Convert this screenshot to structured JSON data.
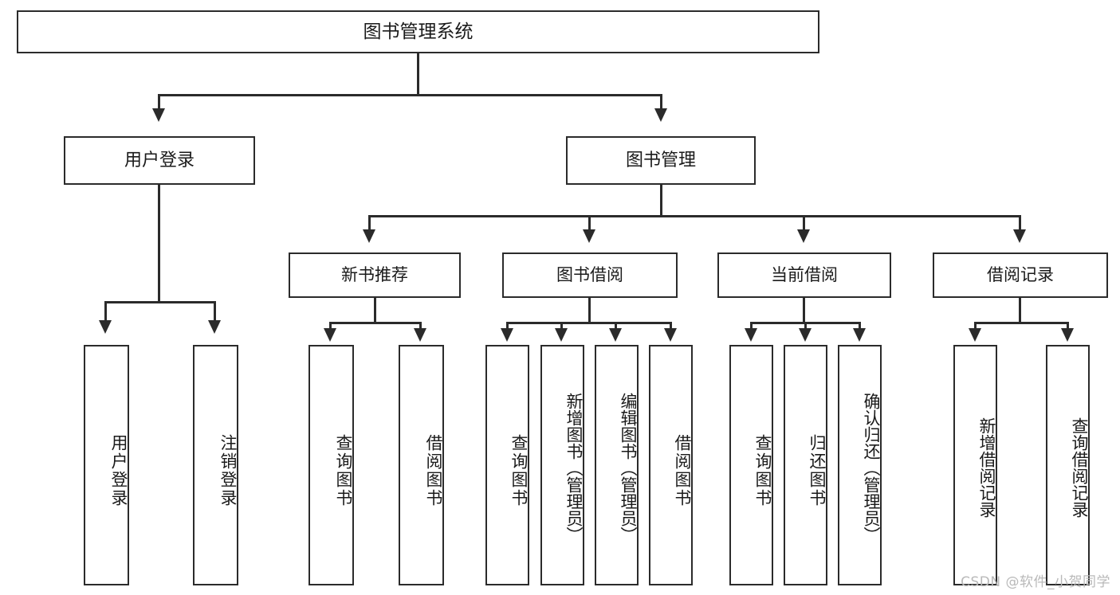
{
  "diagram": {
    "title": "图书管理系统",
    "type": "tree",
    "watermark": "CSDN @软件_小贺同学",
    "line_color": "#2b2b2b",
    "box_fill": "#ffffff",
    "watermark_color": "#b9b9b9"
  },
  "root": {
    "label": "图书管理系统"
  },
  "level1": [
    {
      "label": "用户登录"
    },
    {
      "label": "图书管理"
    }
  ],
  "level2": [
    {
      "label": "新书推荐"
    },
    {
      "label": "图书借阅"
    },
    {
      "label": "当前借阅"
    },
    {
      "label": "借阅记录"
    }
  ],
  "leaves": {
    "user_login": [
      {
        "label": "用户登录"
      },
      {
        "label": "注销登录"
      }
    ],
    "new_book": [
      {
        "label": "查询图书"
      },
      {
        "label": "借阅图书"
      }
    ],
    "borrow": [
      {
        "label": "查询图书"
      },
      {
        "label": "新增图书（管理员）"
      },
      {
        "label": "编辑图书（管理员）"
      },
      {
        "label": "借阅图书"
      }
    ],
    "current": [
      {
        "label": "查询图书"
      },
      {
        "label": "归还图书"
      },
      {
        "label": "确认归还（管理员）"
      }
    ],
    "records": [
      {
        "label": "新增借阅记录"
      },
      {
        "label": "查询借阅记录"
      }
    ]
  }
}
